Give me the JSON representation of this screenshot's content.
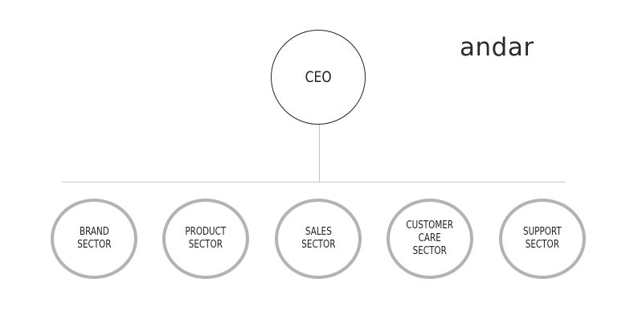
{
  "brand": {
    "logo_text": "andar"
  },
  "ceo": {
    "label": "CEO"
  },
  "sectors": [
    {
      "label": "BRAND\nSECTOR"
    },
    {
      "label": "PRODUCT\nSECTOR"
    },
    {
      "label": "SALES\nSECTOR"
    },
    {
      "label": "CUSTOMER\nCARE\nSECTOR"
    },
    {
      "label": "SUPPORT\nSECTOR"
    }
  ],
  "colors": {
    "ceo_border": "#222222",
    "sector_border": "#b3b3b3",
    "connector": "#c4c4c4",
    "text": "#222222"
  }
}
